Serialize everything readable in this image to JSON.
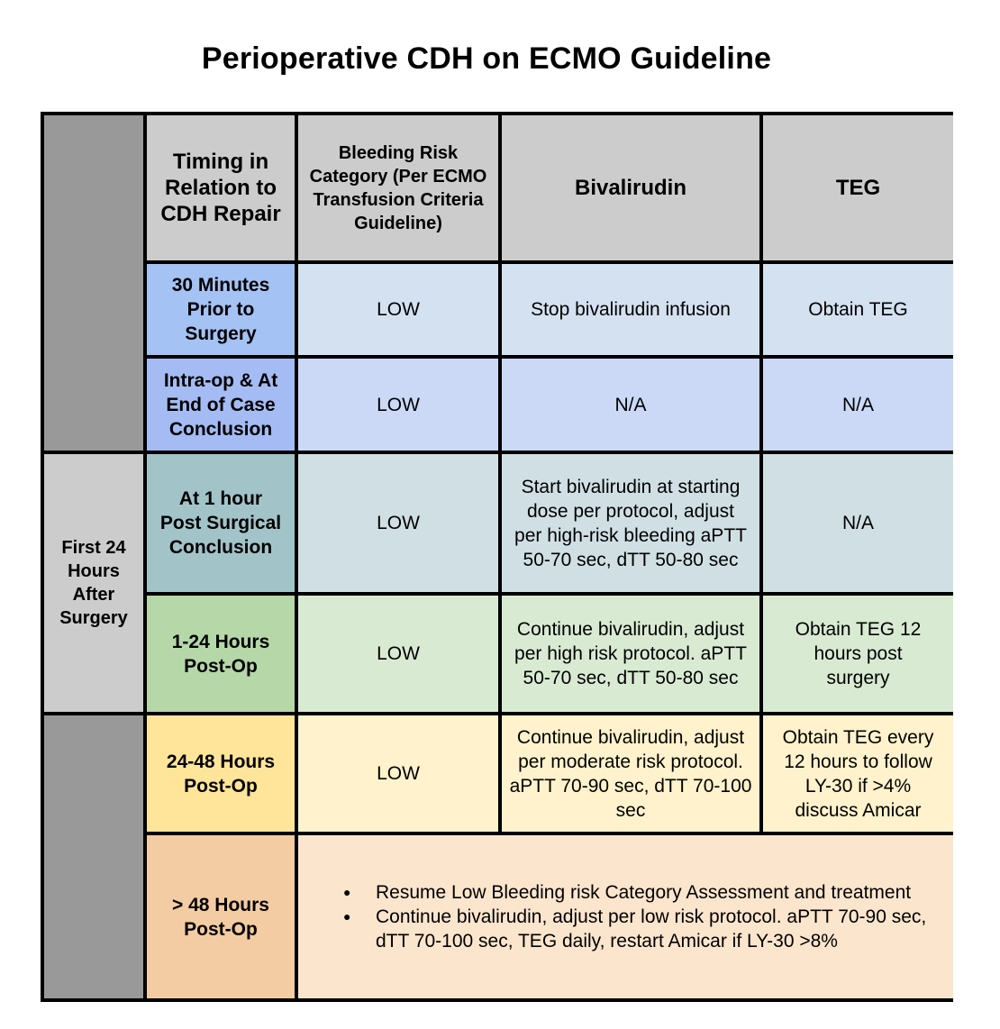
{
  "title": "Perioperative CDH on ECMO Guideline",
  "headers": {
    "timing": "Timing in Relation to CDH Repair",
    "bleeding_risk": "Bleeding Risk Category (Per ECMO Transfusion Criteria Guideline)",
    "bivalirudin": "Bivalirudin",
    "teg": "TEG"
  },
  "side_label": "First 24 Hours After Surgery",
  "rows": [
    {
      "timing": "30 Minutes Prior to Surgery",
      "risk": "LOW",
      "bivalirudin": "Stop bivalirudin infusion",
      "teg": "Obtain TEG"
    },
    {
      "timing": "Intra-op & At End of Case Conclusion",
      "risk": "LOW",
      "bivalirudin": "N/A",
      "teg": "N/A"
    },
    {
      "timing": "At 1 hour Post Surgical Conclusion",
      "risk": "LOW",
      "bivalirudin": "Start bivalirudin at starting dose per protocol, adjust per high-risk bleeding aPTT 50-70 sec, dTT 50-80 sec",
      "teg": "N/A"
    },
    {
      "timing": "1-24 Hours Post-Op",
      "risk": "LOW",
      "bivalirudin": "Continue bivalirudin, adjust per high risk protocol. aPTT 50-70 sec, dTT 50-80 sec",
      "teg": "Obtain TEG 12 hours post surgery"
    },
    {
      "timing": "24-48 Hours Post-Op",
      "risk": "LOW",
      "bivalirudin": "Continue bivalirudin, adjust per moderate risk protocol. aPTT 70-90 sec, dTT 70-100 sec",
      "teg": "Obtain TEG every 12 hours to follow LY-30 if >4% discuss Amicar"
    },
    {
      "timing": "> 48 Hours Post-Op",
      "bullets": [
        "Resume Low Bleeding risk Category Assessment and treatment",
        "Continue bivalirudin, adjust per low risk protocol. aPTT 70-90 sec, dTT 70-100 sec, TEG daily, restart Amicar if LY-30 >8%"
      ]
    }
  ]
}
